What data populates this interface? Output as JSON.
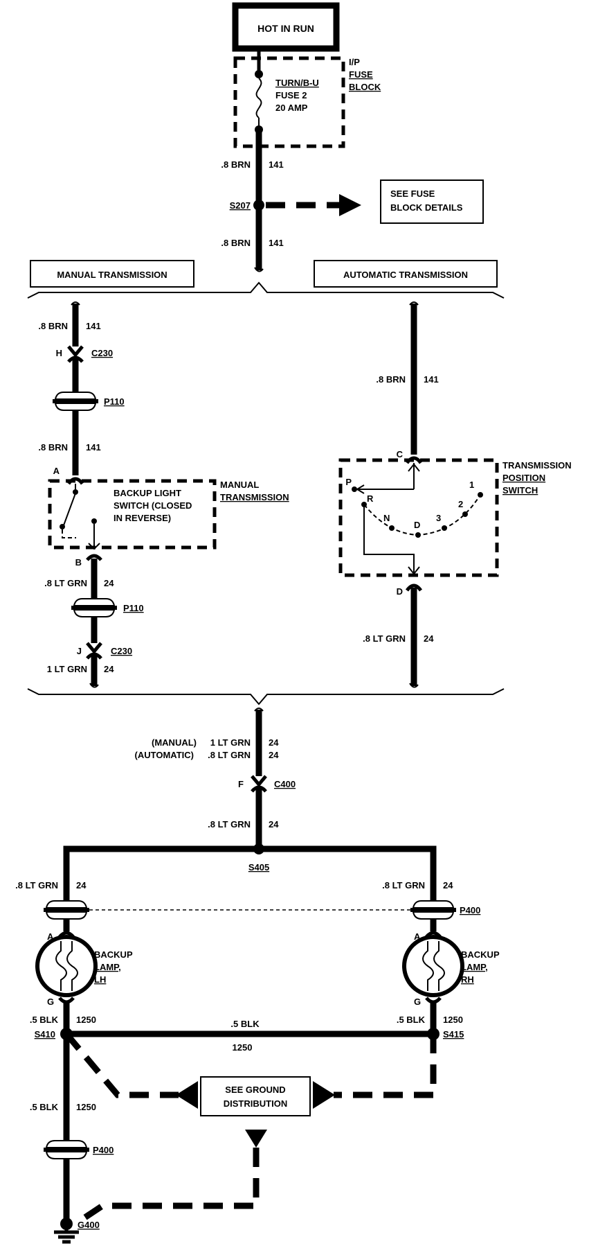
{
  "power": {
    "label": "HOT IN RUN"
  },
  "fuse_block": {
    "title": [
      "I/P",
      "FUSE",
      "BLOCK"
    ],
    "fuse": [
      "TURN/B-U",
      "FUSE 2",
      "20 AMP"
    ]
  },
  "top_wire": {
    "gauge": ".8 BRN",
    "circuit": "141"
  },
  "splice_top": {
    "id": "S207",
    "note": [
      "SEE FUSE",
      "BLOCK DETAILS"
    ]
  },
  "sections": {
    "manual": "MANUAL TRANSMISSION",
    "automatic": "AUTOMATIC TRANSMISSION"
  },
  "manual": {
    "wire_upper": {
      "gauge": ".8 BRN",
      "circuit": "141"
    },
    "conn_h": "H",
    "c230": "C230",
    "p110": "P110",
    "wire_mid": {
      "gauge": ".8 BRN",
      "circuit": "141"
    },
    "pin_a": "A",
    "switch": [
      "BACKUP LIGHT",
      "SWITCH (CLOSED",
      "IN REVERSE)"
    ],
    "switch_title": [
      "MANUAL",
      "TRANSMISSION"
    ],
    "pin_b": "B",
    "wire_lower": {
      "gauge": ".8 LT GRN",
      "circuit": "24"
    },
    "p110b": "P110",
    "conn_j": "J",
    "c230b": "C230",
    "wire_bottom": {
      "gauge": "1 LT GRN",
      "circuit": "24"
    }
  },
  "automatic": {
    "wire_upper": {
      "gauge": ".8 BRN",
      "circuit": "141"
    },
    "pin_c": "C",
    "switch_title": [
      "TRANSMISSION",
      "POSITION",
      "SWITCH"
    ],
    "positions": [
      "P",
      "R",
      "N",
      "D",
      "3",
      "2",
      "1"
    ],
    "pin_d": "D",
    "wire_lower": {
      "gauge": ".8 LT GRN",
      "circuit": "24"
    }
  },
  "merge": {
    "line1": {
      "prefix": "(MANUAL)",
      "gauge": "1 LT GRN",
      "circuit": "24"
    },
    "line2": {
      "prefix": "(AUTOMATIC)",
      "gauge": ".8 LT GRN",
      "circuit": "24"
    },
    "pin_f": "F",
    "c400": "C400",
    "wire": {
      "gauge": ".8 LT GRN",
      "circuit": "24"
    },
    "splice": "S405"
  },
  "lamps": {
    "left_wire": {
      "gauge": ".8 LT GRN",
      "circuit": "24"
    },
    "right_wire": {
      "gauge": ".8 LT GRN",
      "circuit": "24"
    },
    "p400": "P400",
    "pin_a": "A",
    "pin_g": "G",
    "left": [
      "BACKUP",
      "LAMP,",
      "LH"
    ],
    "right": [
      "BACKUP",
      "LAMP,",
      "RH"
    ]
  },
  "ground": {
    "left_wire": {
      "gauge": ".5 BLK",
      "circuit": "1250"
    },
    "right_wire": {
      "gauge": ".5 BLK",
      "circuit": "1250"
    },
    "s410": "S410",
    "s415": "S415",
    "mid_gauge": ".5 BLK",
    "mid_circuit": "1250",
    "note": [
      "SEE GROUND",
      "DISTRIBUTION"
    ],
    "low_wire": {
      "gauge": ".5 BLK",
      "circuit": "1250"
    },
    "p400": "P400",
    "g400": "G400"
  }
}
